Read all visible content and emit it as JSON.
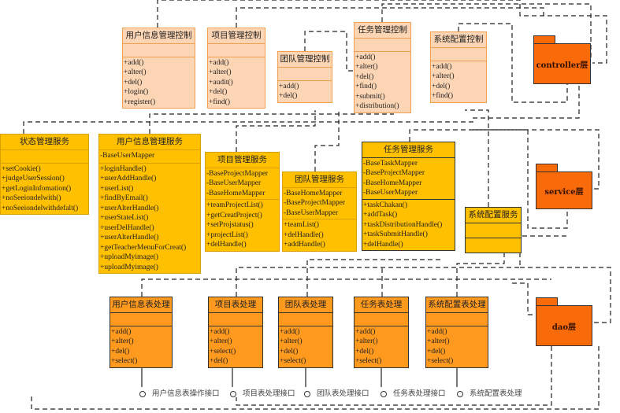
{
  "controllers": [
    {
      "name": "用户信息管理控制",
      "attrs": [],
      "methods": [
        "+add()",
        "+alter()",
        "+del()",
        "+login()",
        "+register()"
      ]
    },
    {
      "name": "项目管理控制",
      "attrs": [],
      "methods": [
        "+add()",
        "+alter()",
        "+audit()",
        "+del()",
        "+find()"
      ]
    },
    {
      "name": "团队管理控制",
      "attrs": [],
      "methods": [
        "+add()",
        "+del()"
      ]
    },
    {
      "name": "任务管理控制",
      "attrs": [],
      "methods": [
        "+add()",
        "+alter()",
        "+del()",
        "+find()",
        "+submit()",
        "+distribution()"
      ]
    },
    {
      "name": "系统配置控制",
      "attrs": [],
      "methods": [
        "+add()",
        "+alter()",
        "+del()",
        "+find()"
      ]
    }
  ],
  "services": [
    {
      "name": "状态管理服务",
      "attrs": [],
      "methods": [
        "+setCookie()",
        "+judgeUserSession()",
        "+getLoginInfomation()",
        "+noSeeiondelwith()",
        "+noSeeiondelwithdefalt()"
      ]
    },
    {
      "name": "用户信息管理服务",
      "attrs": [
        "-BaseUserMapper"
      ],
      "methods": [
        "+loginHandle()",
        "+userAddHandle()",
        "+userList()",
        "+findByEmail()",
        "+userAlterHandle()",
        "+userStateList()",
        "+userDelHandle()",
        "+userAlterHandle()",
        "+getTeacherMenuForCreat()",
        "+uploadMyimage()",
        "+uploadMyimage()"
      ]
    },
    {
      "name": "项目管理服务",
      "attrs": [
        "-BaseProjectMapper",
        "-BaseUserMapper",
        "-BaseHomeMapper"
      ],
      "methods": [
        "+teamProjectList()",
        "+getCreatProject()",
        "+setProjstatus()",
        "+projectList()",
        "+delHandle()"
      ]
    },
    {
      "name": "团队管理服务",
      "attrs": [
        "-BaseHomeMapper",
        "-BaseProjectMapper",
        "-BaseUserMapper"
      ],
      "methods": [
        "+teamList()",
        "+delHandle()",
        "+addHandle()"
      ]
    },
    {
      "name": "任务管理服务",
      "attrs": [
        "-BaseTaskMapper",
        "-BaseProjectMapper",
        "-BaseHomeMapper",
        "-BaseUserMapper"
      ],
      "methods": [
        "+taskChakan()",
        "+addTask()",
        "+taskDistributionHandle()",
        "+taskSubmitHandle()",
        "+delHandle()"
      ]
    },
    {
      "name": "系统配置服务",
      "attrs": [],
      "methods": []
    }
  ],
  "daos": [
    {
      "name": "用户信息表处理",
      "attrs": [],
      "methods": [
        "+add()",
        "+alter()",
        "+del()",
        "+select()"
      ]
    },
    {
      "name": "项目表处理",
      "attrs": [],
      "methods": [
        "+add()",
        "+alter()",
        "+select()",
        "+del()"
      ]
    },
    {
      "name": "团队表处理",
      "attrs": [],
      "methods": [
        "+add()",
        "+alter()",
        "+del()",
        "+select()"
      ]
    },
    {
      "name": "任务表处理",
      "attrs": [],
      "methods": [
        "+add()",
        "+alter()",
        "+del()",
        "+select()"
      ]
    },
    {
      "name": "系统配置表处理",
      "attrs": [],
      "methods": [
        "+add()",
        "+alter()",
        "+del()",
        "+select()"
      ]
    }
  ],
  "packages": [
    "controller层",
    "service层",
    "dao层"
  ],
  "interfaces": [
    "用户信息表操作接口",
    "项目表处理接口",
    "团队表处理接口",
    "任务表处理接口",
    "系统配置表处理"
  ]
}
